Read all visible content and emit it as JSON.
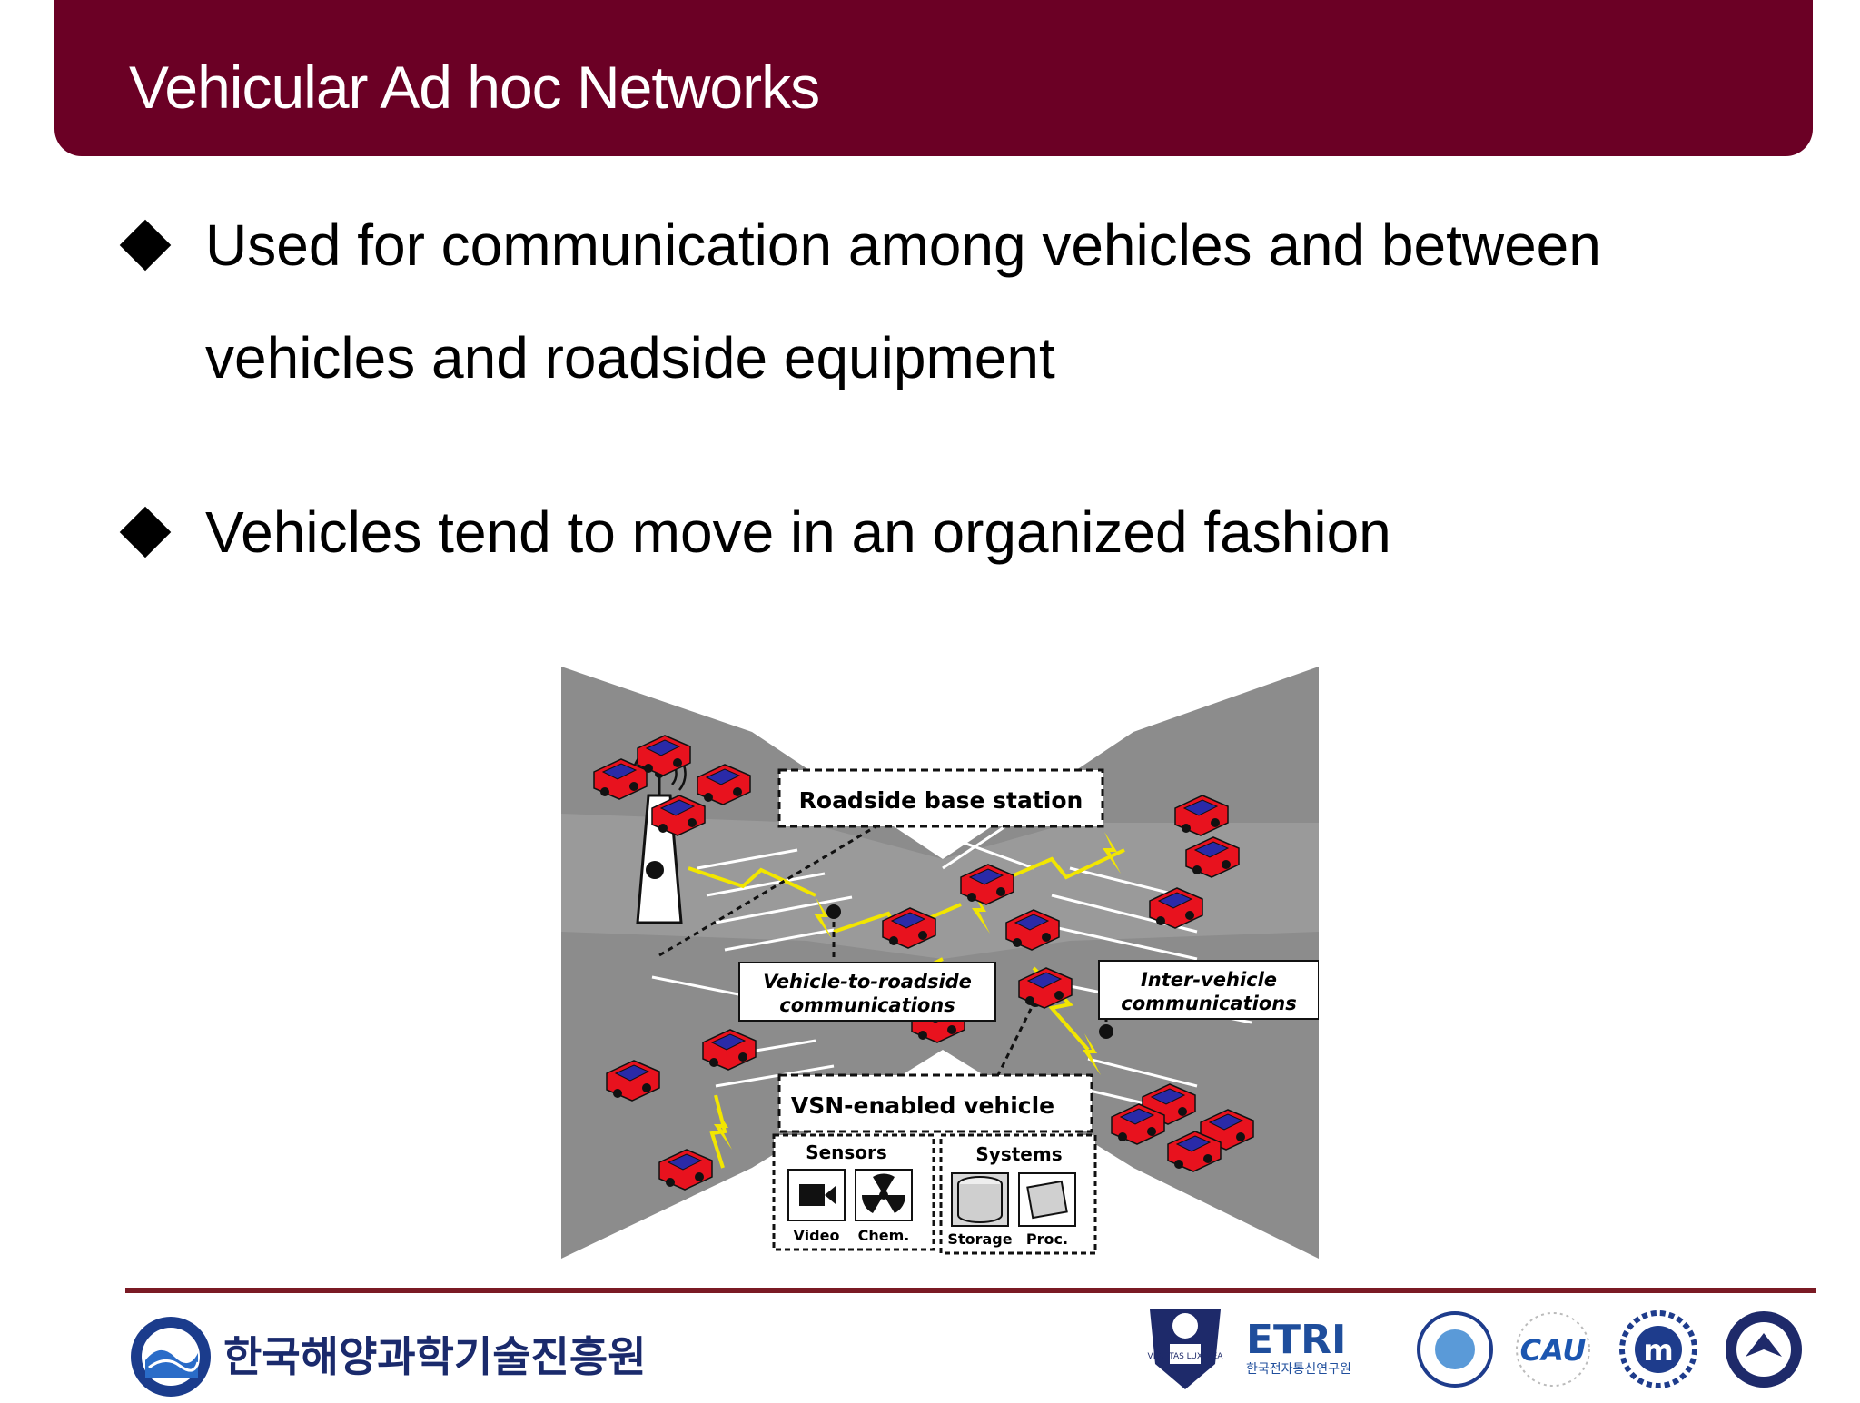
{
  "slide": {
    "title": "Vehicular Ad hoc Networks",
    "bullets": [
      {
        "lines": [
          "Used for communication among vehicles and between",
          "vehicles and roadside equipment"
        ]
      },
      {
        "lines": [
          "Vehicles tend to move in an organized fashion"
        ]
      }
    ]
  },
  "figure": {
    "labels": {
      "roadside_base_station": "Roadside base station",
      "v2r_line1": "Vehicle-to-roadside",
      "v2r_line2": "communications",
      "iv_line1": "Inter-vehicle",
      "iv_line2": "communications",
      "vsn_vehicle": "VSN-enabled vehicle",
      "sensors": "Sensors",
      "systems": "Systems",
      "video": "Video",
      "chem": "Chem.",
      "storage": "Storage",
      "proc": "Proc."
    },
    "colors": {
      "road": "#8c8c8c",
      "car_body": "#e8121e",
      "car_roof": "#2a2aa8",
      "lightning": "#f2e600"
    }
  },
  "footer": {
    "org_name": "한국해양과학기술진흥원",
    "logos": [
      {
        "name": "seoul-national-university-emblem",
        "text": "VERI TAS LUX MEA"
      },
      {
        "name": "etri-logo",
        "text": "ETRI",
        "subtext": "한국전자통신연구원"
      },
      {
        "name": "inha-university-emblem"
      },
      {
        "name": "cau-logo",
        "text": "CAU"
      },
      {
        "name": "myongji-university-emblem",
        "text": "m"
      },
      {
        "name": "korea-aerospace-university-emblem"
      }
    ]
  }
}
